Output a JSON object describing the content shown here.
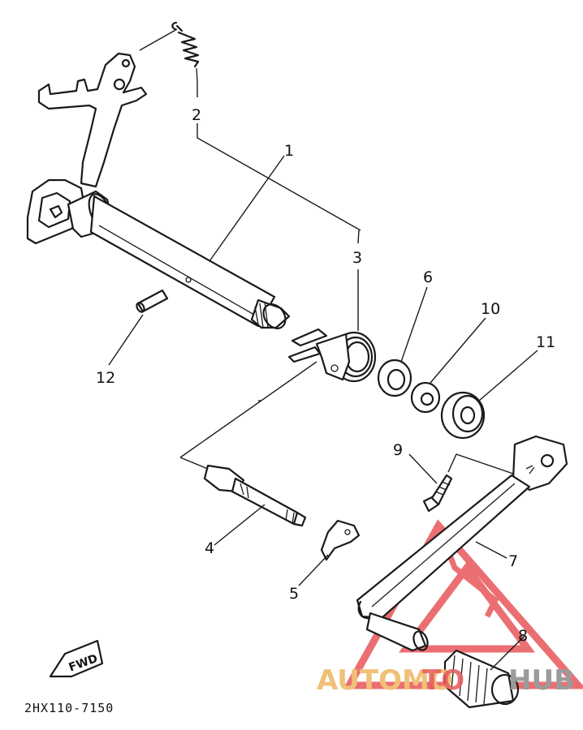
{
  "diagram_code": "2HX110-7150",
  "fwd_label": "FWD",
  "watermark": {
    "word_a": "AUTOMO",
    "word_b": "TO",
    "word_c": "HUB",
    "color_a": "#f0c078",
    "color_b": "#e85a5a",
    "color_c": "#9b9b9b",
    "triangle_color": "#e8565a"
  },
  "callouts": [
    "1",
    "2",
    "3",
    "4",
    "5",
    "6",
    "7",
    "8",
    "9",
    "10",
    "11",
    "12"
  ]
}
